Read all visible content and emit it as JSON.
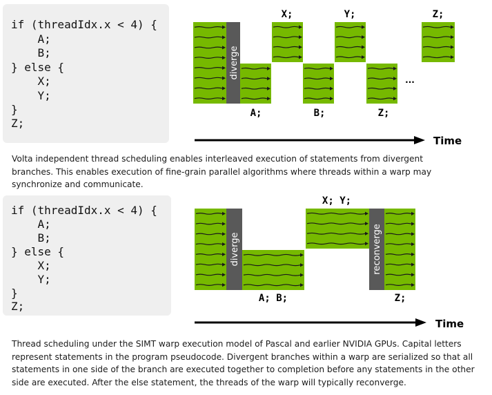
{
  "volta": {
    "code": [
      "if (threadIdx.x < 4) {",
      "    A;",
      "    B;",
      "} else {",
      "    X;",
      "    Y;",
      "}",
      "Z;"
    ],
    "diverge_label": "diverge",
    "labels_top": [
      "X;",
      "Y;",
      "Z;"
    ],
    "labels_bottom": [
      "A;",
      "B;",
      "Z;"
    ],
    "ellipsis": "...",
    "time_label": "Time",
    "caption": "Volta independent thread scheduling enables interleaved execution of statements from divergent branches. This enables execution of fine-grain parallel algorithms where threads within a warp may synchronize and communicate."
  },
  "pascal": {
    "code": [
      "if (threadIdx.x < 4) {",
      "    A;",
      "    B;",
      "} else {",
      "    X;",
      "    Y;",
      "}",
      "Z;"
    ],
    "diverge_label": "diverge",
    "reconverge_label": "reconverge",
    "label_top": "X; Y;",
    "label_bottom_ab": "A; B;",
    "label_bottom_z": "Z;",
    "time_label": "Time",
    "caption": "Thread scheduling under the SIMT warp execution model of Pascal and earlier NVIDIA GPUs. Capital letters represent statements in the program pseudocode. Divergent branches within a warp are serialized so that all statements in one side of the branch are executed together to completion before any statements in the other side are executed. After the else statement, the threads of the warp will typically reconverge."
  },
  "colors": {
    "green": "#76b900",
    "bar": "#595959",
    "code_bg": "#efefef"
  }
}
